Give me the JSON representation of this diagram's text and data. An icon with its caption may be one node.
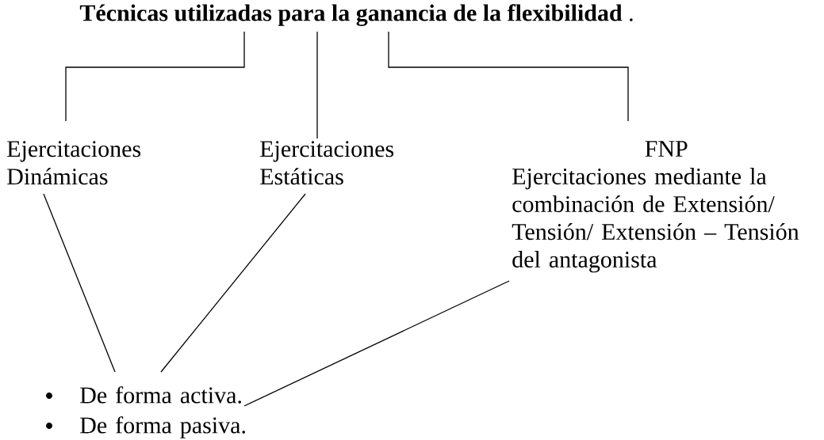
{
  "diagram": {
    "nodes": [
      {
        "text": [
          "**Técnicas utilizadas para la ganancia de la flexibilidad** ."
        ]
      },
      {
        "text": [
          "Ejercitaciones Dinámicas"
        ]
      },
      {
        "text": [
          "Ejercitaciones Estáticas"
        ]
      },
      {
        "text": [
          "FNP",
          "Ejercitaciones mediante la combinación de Extensión/ Tensión/ Extensión – Tensión del antagonista"
        ]
      },
      {
        "text": [
          "De forma activa.",
          "De forma pasiva."
        ]
      }
    ],
    "edges": [
      {
        "from": 0,
        "to": 1,
        "arrow": "none"
      },
      {
        "from": 0,
        "to": 2,
        "arrow": "none"
      },
      {
        "from": 0,
        "to": 3,
        "arrow": "none"
      },
      {
        "from": 1,
        "to": 4,
        "arrow": "none"
      },
      {
        "from": 2,
        "to": 4,
        "arrow": "none"
      },
      {
        "from": 3,
        "to": 4,
        "arrow": "none"
      }
    ]
  }
}
